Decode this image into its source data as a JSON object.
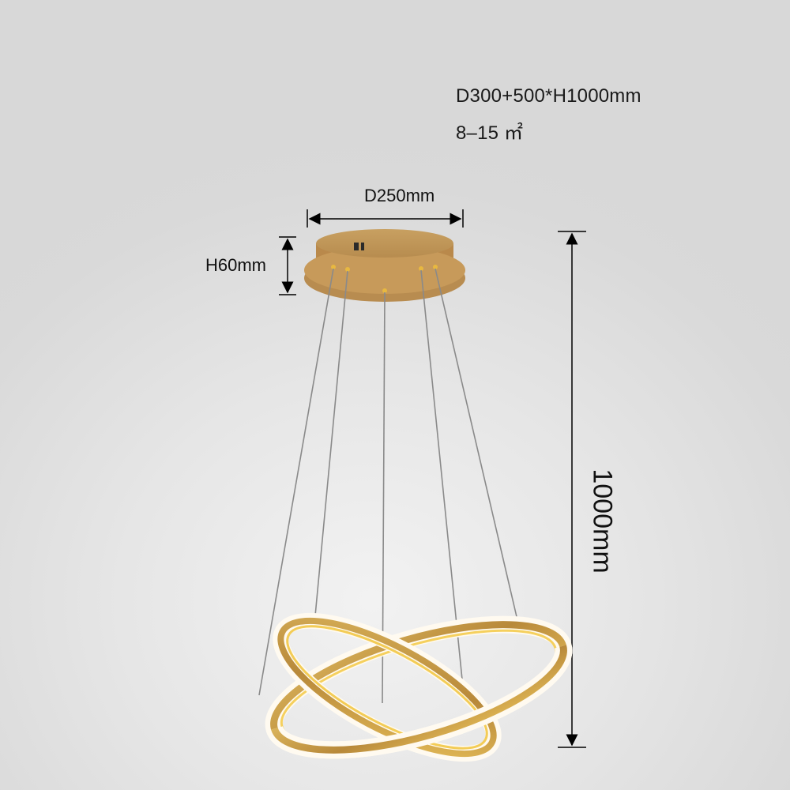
{
  "specs": {
    "dimensions": "D300+500*H1000mm",
    "area": "8–15 ㎡"
  },
  "annotations": {
    "canopy_diameter": "D250mm",
    "canopy_height": "H60mm",
    "total_height": "1000mm"
  },
  "product": {
    "name": "two-ring LED pendant chandelier",
    "ring_count": 2,
    "suspension_wires": 5,
    "finish_color": "#c9a04a",
    "glow_color": "#fffaf0",
    "background_color": "#d9d9d9"
  }
}
